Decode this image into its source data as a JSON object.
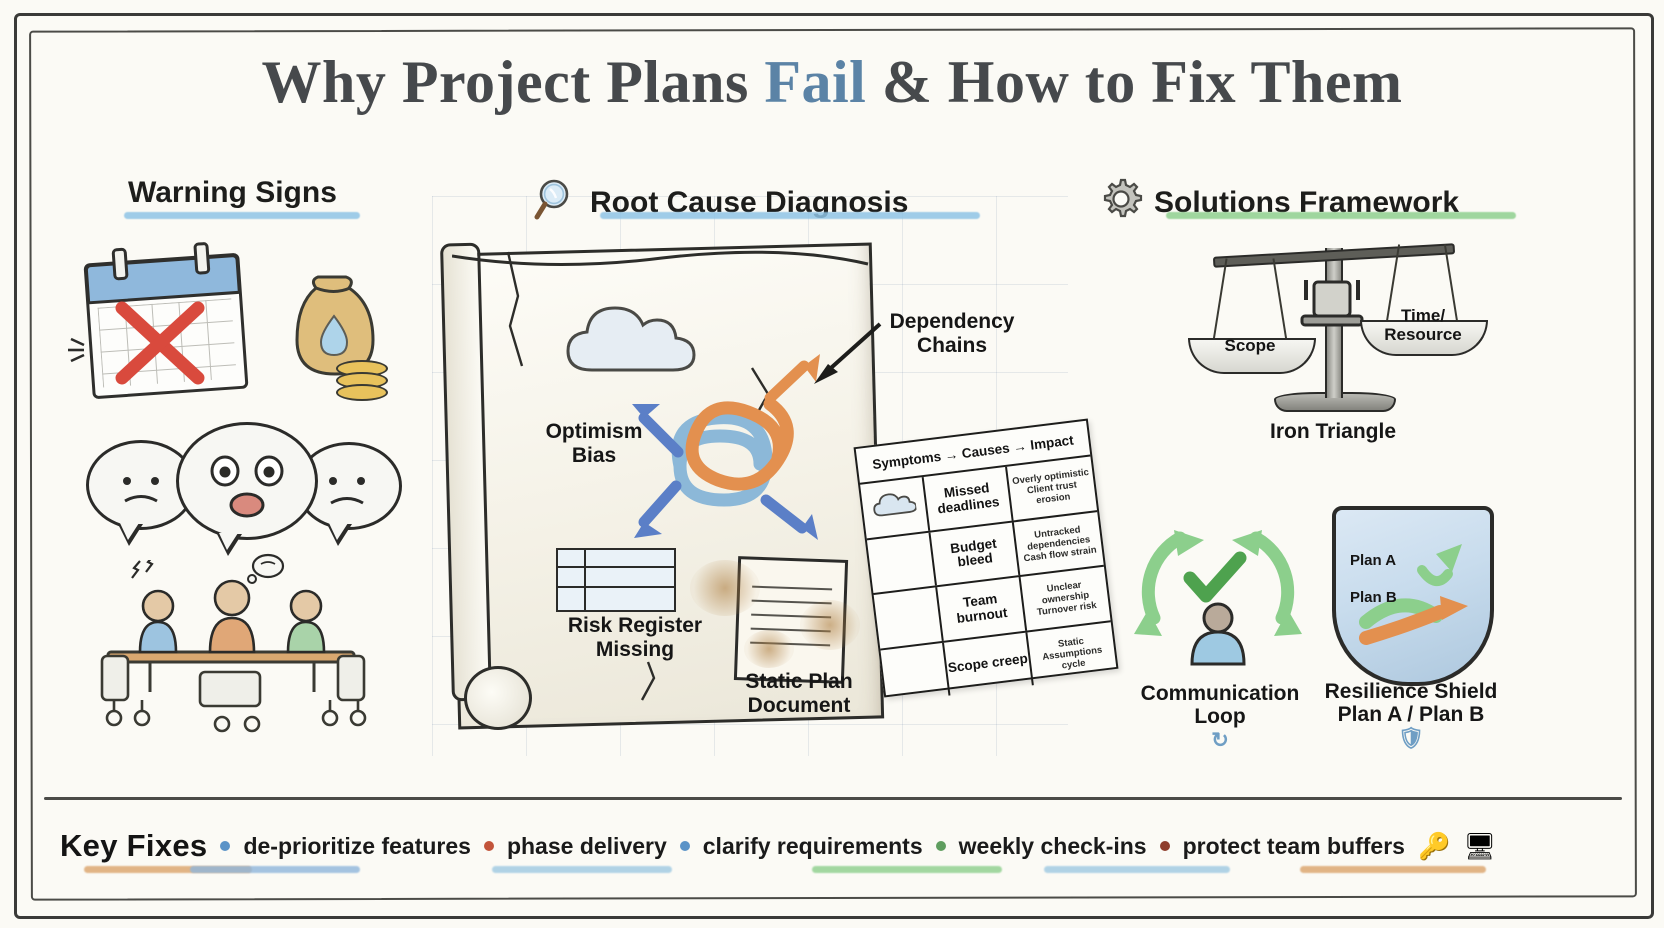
{
  "title": {
    "part1": "Why Project Plans ",
    "accent": "Fail",
    "part2": " & How to Fix Them"
  },
  "sections": {
    "warning": {
      "heading": "Warning Signs",
      "underline_color": "#8fc4e6"
    },
    "root": {
      "heading": "Root Cause Diagnosis",
      "icon": "magnifier-icon",
      "underline_color": "#8fc4e6"
    },
    "solutions": {
      "heading": "Solutions Framework",
      "icon": "gear-icon",
      "underline_color": "#8fd08f"
    }
  },
  "warning_signs": {
    "calendar_label": "missed-deadline-calendar",
    "x_mark_color": "#d94a3d",
    "money_bag_label": "budget-bleed-money-bag",
    "faces_label": "worried-team-faces",
    "meeting_label": "stressed-team-meeting"
  },
  "root_cause": {
    "optimism_bias": "Optimism\nBias",
    "dependency_chains": "Dependency\nChains",
    "risk_register": "Risk Register\nMissing",
    "static_plan": "Static Plan\nDocument"
  },
  "symptom_table": {
    "header": "Symptoms → Causes → Impact",
    "rows": [
      {
        "symptom_icon": "cloud-icon",
        "cause": "Missed\ndeadlines",
        "impact": "Overly optimistic\nClient trust\nerosion"
      },
      {
        "symptom_icon": "",
        "cause": "Budget\nbleed",
        "impact": "Untracked\ndependencies\nCash flow\nstrain"
      },
      {
        "symptom_icon": "",
        "cause": "Team\nburnout",
        "impact": "Unclear\nownership\nTurnover risk"
      },
      {
        "symptom_icon": "",
        "cause": "Scope\ncreep",
        "impact": "Static\nAssumptions\ncycle"
      }
    ]
  },
  "solutions": {
    "iron_triangle": {
      "label": "Iron Triangle",
      "left_pan": "Scope",
      "right_pan": "Time/\nResource"
    },
    "communication_loop": {
      "label": "Communication\nLoop",
      "icon": "refresh-icon"
    },
    "resilience_shield": {
      "label": "Resilience Shield\nPlan A / Plan B",
      "icon": "shield-icon",
      "inner_line1": "Plan A",
      "inner_line2": "Plan B"
    }
  },
  "key_fixes": {
    "title": "Key Fixes",
    "items": [
      {
        "text": "de-prioritize features",
        "dot_color": "#5b93c7",
        "underline_color": "#dba36a"
      },
      {
        "text": "phase delivery",
        "dot_color": "#c2543a",
        "underline_color": "#8fb6dc"
      },
      {
        "text": "clarify requirements",
        "dot_color": "#5b93c7",
        "underline_color": "#dba36a"
      },
      {
        "text": "weekly check-ins",
        "dot_color": "#5f9e5f",
        "underline_color": "#8ccf8c"
      },
      {
        "text": "protect team buffers",
        "dot_color": "#8e3d2c",
        "underline_color": "#8fc4e6"
      }
    ],
    "end_icons": [
      "key-icon",
      "desk-icon"
    ]
  }
}
